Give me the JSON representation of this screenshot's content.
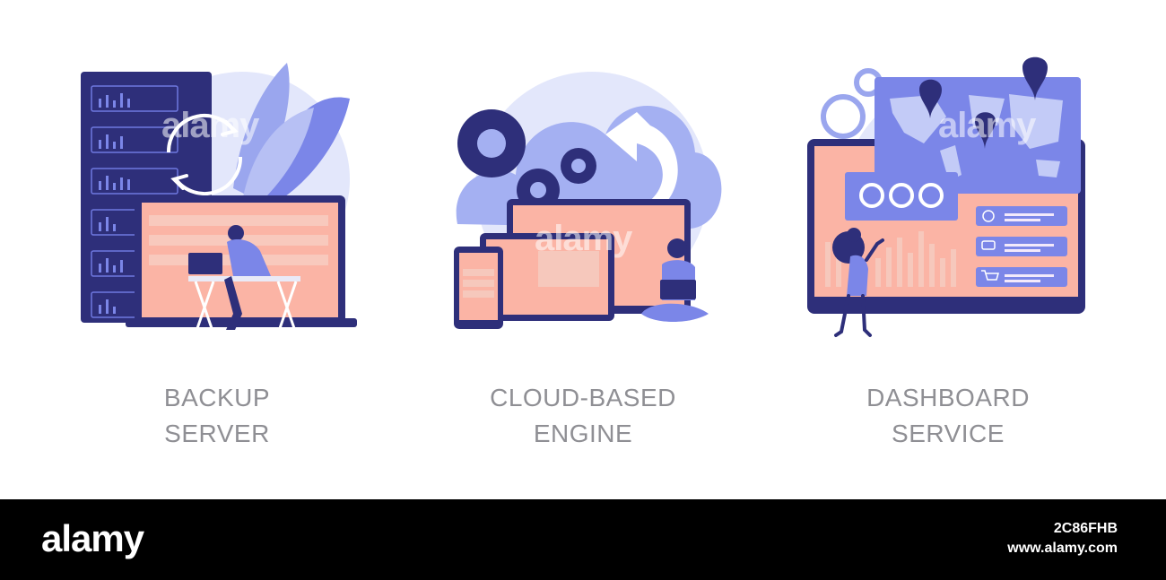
{
  "panels": [
    {
      "icon": "backup-server-illustration",
      "caption_line1": "BACKUP",
      "caption_line2": "SERVER"
    },
    {
      "icon": "cloud-engine-illustration",
      "caption_line1": "CLOUD-BASED",
      "caption_line2": "ENGINE"
    },
    {
      "icon": "dashboard-service-illustration",
      "caption_line1": "DASHBOARD",
      "caption_line2": "SERVICE"
    }
  ],
  "footer": {
    "logo": "alamy",
    "image_id": "2C86FHB",
    "site": "www.alamy.com"
  },
  "watermark": "alamy",
  "colors": {
    "navy": "#2e2f7a",
    "periwinkle": "#7b86e8",
    "light_blue": "#dfe4fb",
    "coral": "#ef6f6c",
    "salmon": "#fbb4a5",
    "caption_gray": "#8f8f94"
  }
}
